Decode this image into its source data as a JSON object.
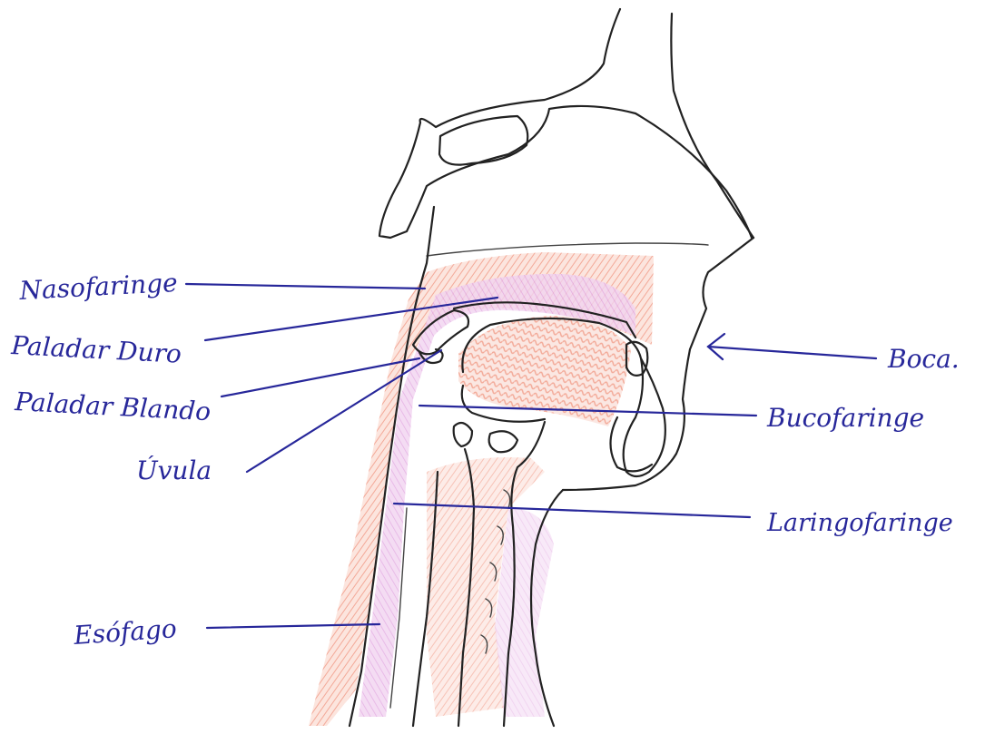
{
  "colors": {
    "ink": "#222222",
    "label_ink": "#27279a",
    "red_shading": "#f4a08c",
    "pink_shading": "#e9b3e6",
    "background": "#ffffff"
  },
  "labels": {
    "nasofaringe": "Nasofaringe",
    "paladar_duro": "Paladar Duro",
    "paladar_blando": "Paladar Blando",
    "uvula": "Úvula",
    "esofago": "Esófago",
    "boca": "Boca.",
    "bucofaringe": "Bucofaringe",
    "laringofaringe": "Laringofaringe"
  }
}
